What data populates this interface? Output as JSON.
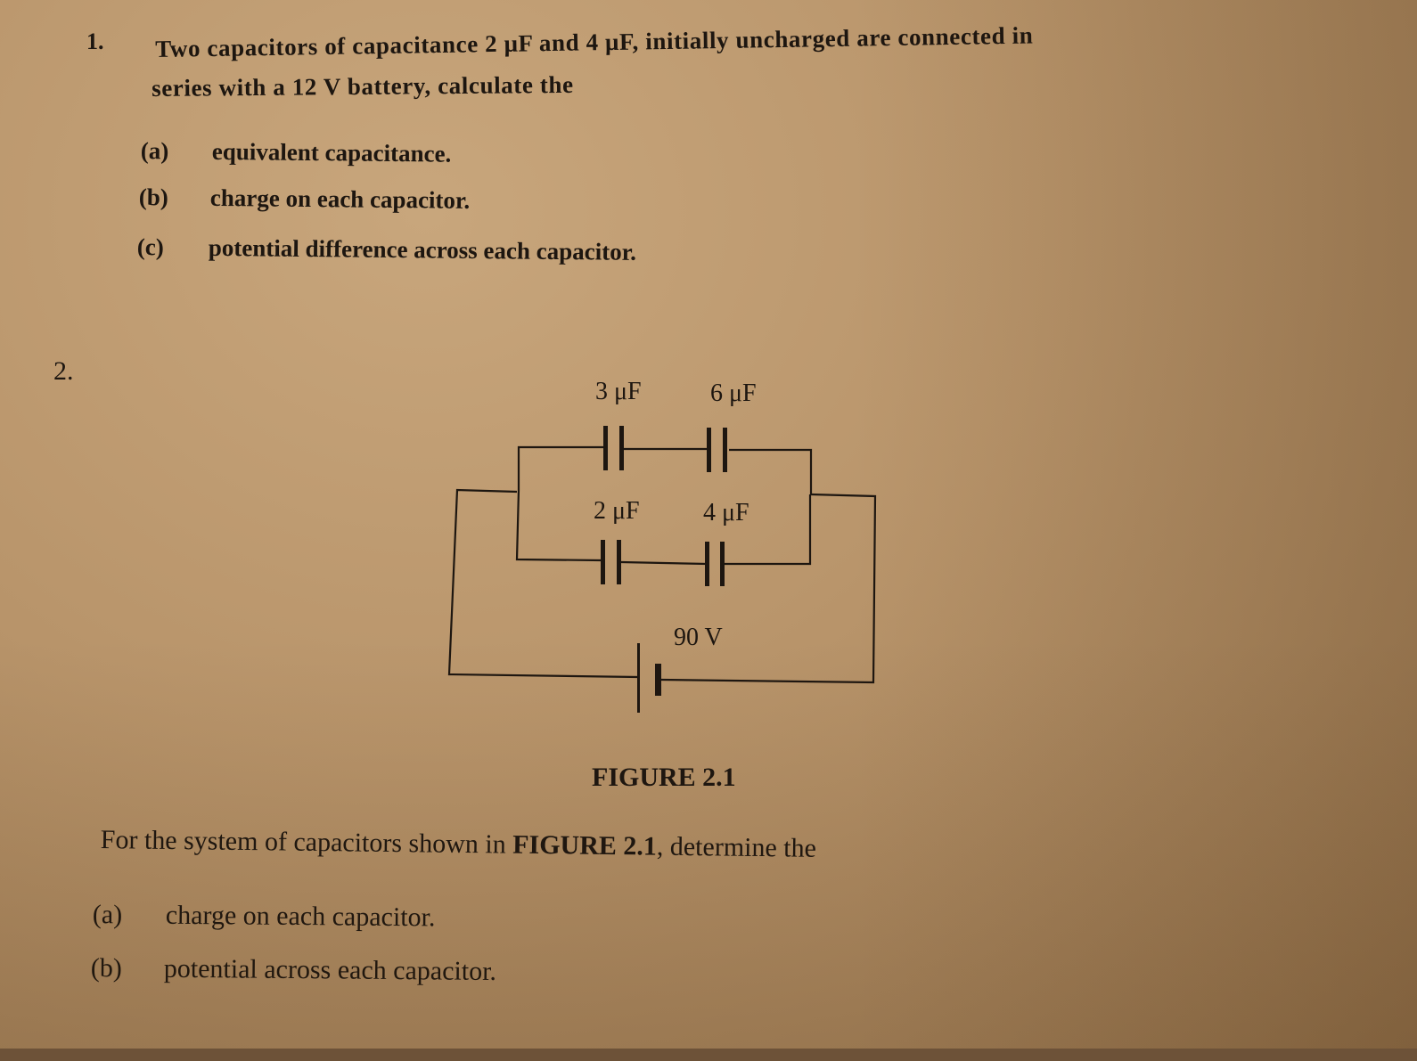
{
  "document": {
    "background_color": "#b8946a",
    "ink_color": "#1d1610"
  },
  "question1": {
    "number": "1.",
    "line1": "Two capacitors of capacitance 2 μF and 4 μF, initially uncharged are connected in",
    "line2": "series with a 12 V battery, calculate the",
    "parts": [
      {
        "label": "(a)",
        "text": "equivalent capacitance."
      },
      {
        "label": "(b)",
        "text": "charge on each capacitor."
      },
      {
        "label": "(c)",
        "text": "potential difference across each capacitor."
      }
    ]
  },
  "question2": {
    "number": "2.",
    "figure": {
      "caption": "FIGURE 2.1",
      "top_branch": [
        {
          "label": "3 μF"
        },
        {
          "label": "6 μF"
        }
      ],
      "bottom_branch": [
        {
          "label": "2 μF"
        },
        {
          "label": "4 μF"
        }
      ],
      "battery": {
        "label": "90 V"
      }
    },
    "prompt_prefix": "For the system of capacitors shown in ",
    "prompt_ref": "FIGURE 2.1",
    "prompt_suffix": ", determine the",
    "parts": [
      {
        "label": "(a)",
        "text": "charge on each capacitor."
      },
      {
        "label": "(b)",
        "text": "potential across each capacitor."
      }
    ]
  }
}
